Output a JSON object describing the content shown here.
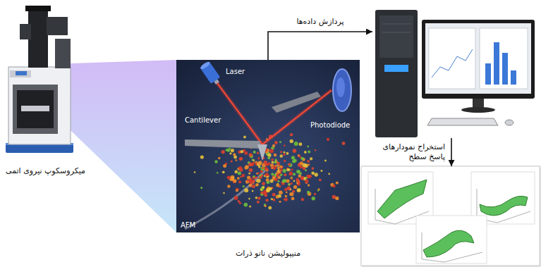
{
  "diagram": {
    "nodes": [
      {
        "text": [
          "میکروسکوپ نیروی اتمی"
        ]
      },
      {
        "text": [
          "منیپولیشن نانو ذرات"
        ]
      },
      {
        "text": []
      },
      {
        "text": []
      }
    ],
    "edges": [
      {
        "from": 1,
        "to": 2,
        "arrow": "to",
        "label": "پردازش داده‌ها"
      },
      {
        "from": 2,
        "to": 3,
        "arrow": "to",
        "label": "استخراج نمودارهای پاسخ سطح"
      }
    ],
    "labels": [
      "Laser",
      "Cantilever",
      "Photodiode",
      "AFM"
    ]
  }
}
